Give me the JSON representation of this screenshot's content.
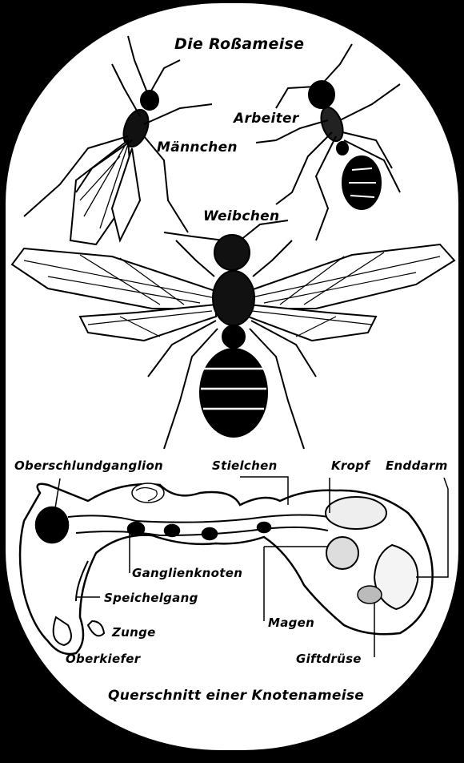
{
  "title": "Die Roßameise",
  "caste_labels": {
    "male": "Männchen",
    "worker": "Arbeiter",
    "female": "Weibchen"
  },
  "section_caption": "Querschnitt einer Knotenameise",
  "anatomy_labels": {
    "supraesophageal_ganglion": "Oberschlundganglion",
    "petiole": "Stielchen",
    "crop": "Kropf",
    "rectum": "Enddarm",
    "ganglion_nodes": "Ganglienknoten",
    "salivary_duct": "Speichelgang",
    "tongue": "Zunge",
    "stomach": "Magen",
    "upper_jaw": "Oberkiefer",
    "venom_gland": "Giftdrüse"
  },
  "colors": {
    "background": "#000000",
    "panel": "#ffffff",
    "ink": "#000000"
  }
}
